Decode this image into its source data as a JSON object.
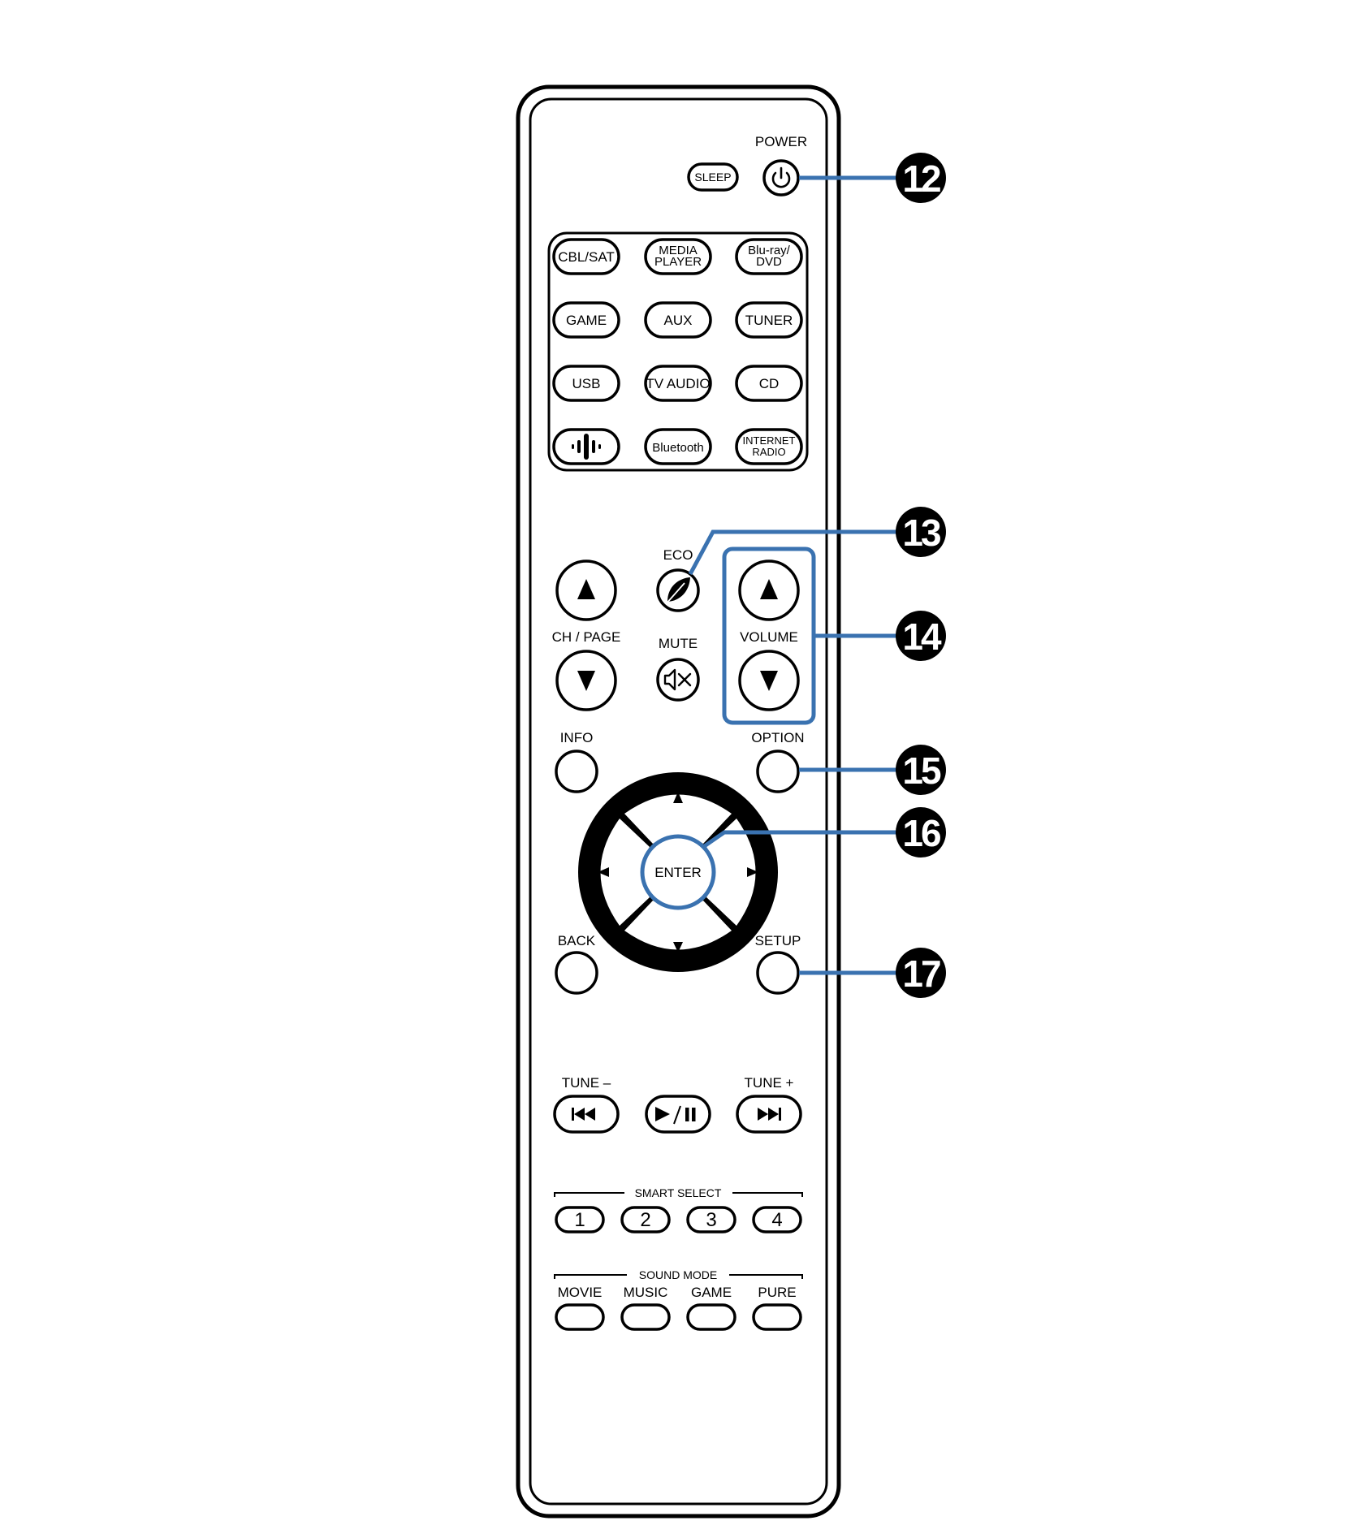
{
  "colors": {
    "callout": "#3a72b0",
    "ink": "#000000",
    "paper": "#ffffff"
  },
  "labels": {
    "power": "POWER",
    "eco": "ECO",
    "ch_page": "CH / PAGE",
    "mute": "MUTE",
    "volume": "VOLUME",
    "info": "INFO",
    "option": "OPTION",
    "back": "BACK",
    "setup": "SETUP",
    "tune_minus": "TUNE –",
    "tune_plus": "TUNE +",
    "smart_select": "SMART SELECT",
    "sound_mode": "SOUND MODE"
  },
  "buttons": {
    "sleep": "SLEEP",
    "enter": "ENTER",
    "sources": [
      [
        "CBL/SAT",
        "MEDIA PLAYER",
        "Blu-ray/ DVD"
      ],
      [
        "GAME",
        "AUX",
        "TUNER"
      ],
      [
        "USB",
        "TV AUDIO",
        "CD"
      ],
      [
        "",
        "Bluetooth",
        "INTERNET RADIO"
      ]
    ],
    "smart_select": [
      "1",
      "2",
      "3",
      "4"
    ],
    "sound_modes": [
      "MOVIE",
      "MUSIC",
      "GAME",
      "PURE"
    ]
  },
  "icons": {
    "power": "power-icon",
    "eco": "leaf-icon",
    "mute": "mute-speaker-icon",
    "heos": "heos-icon",
    "prev": "skip-previous-icon",
    "play_pause": "play-pause-icon",
    "next": "skip-next-icon"
  },
  "callouts": [
    "12",
    "13",
    "14",
    "15",
    "16",
    "17"
  ]
}
